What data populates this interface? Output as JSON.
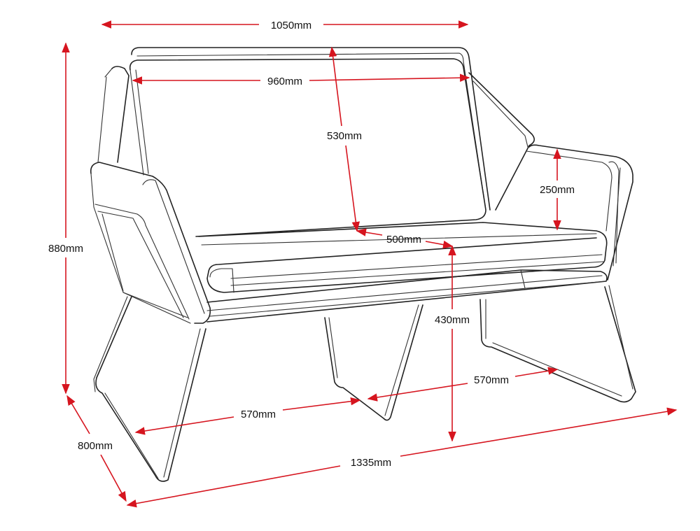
{
  "diagram": {
    "dimensions": {
      "overall_width": "1050mm",
      "seat_back_width": "960mm",
      "backrest_height": "530mm",
      "armrest_height": "250mm",
      "seat_depth": "500mm",
      "seat_height": "430mm",
      "overall_height": "880mm",
      "overall_depth": "800mm",
      "leg_span_front": "570mm",
      "leg_span_side": "570mm",
      "overall_length": "1335mm"
    },
    "colors": {
      "dimension_lines": "#d6151f",
      "outline": "#222222"
    }
  }
}
